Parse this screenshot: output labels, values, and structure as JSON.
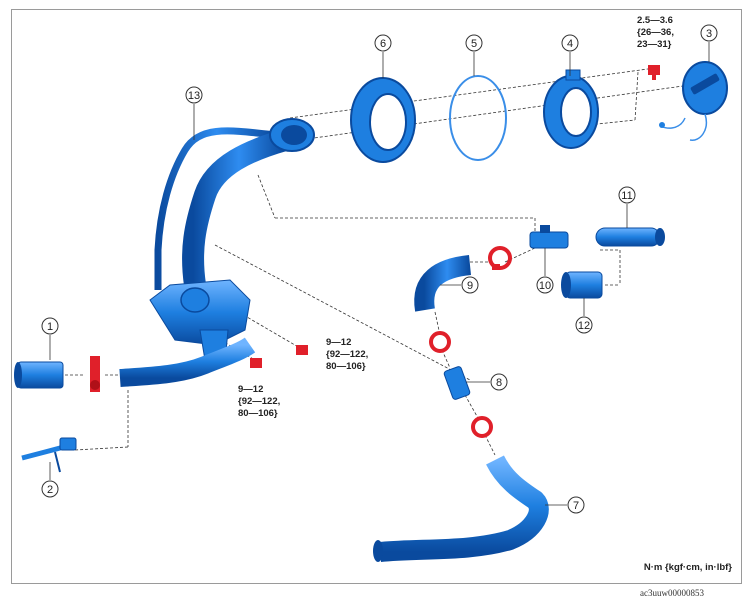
{
  "callouts": [
    "1",
    "2",
    "3",
    "4",
    "5",
    "6",
    "7",
    "8",
    "9",
    "10",
    "11",
    "12",
    "13"
  ],
  "torque_specs": [
    {
      "lines": [
        "2.5—3.6",
        "{26—36,",
        "23—31}"
      ]
    },
    {
      "lines": [
        "9—12",
        "{92—122,",
        "80—106}"
      ]
    },
    {
      "lines": [
        "9—12",
        "{92—122,",
        "80—106}"
      ]
    }
  ],
  "units_note": "N·m {kgf·cm, in·lbf}",
  "image_code": "ac3uuw00000853",
  "colors": {
    "part_blue": "#1e7fe0",
    "part_dark": "#0b4fa8",
    "clamp_red": "#e0202a",
    "line": "#333333"
  }
}
